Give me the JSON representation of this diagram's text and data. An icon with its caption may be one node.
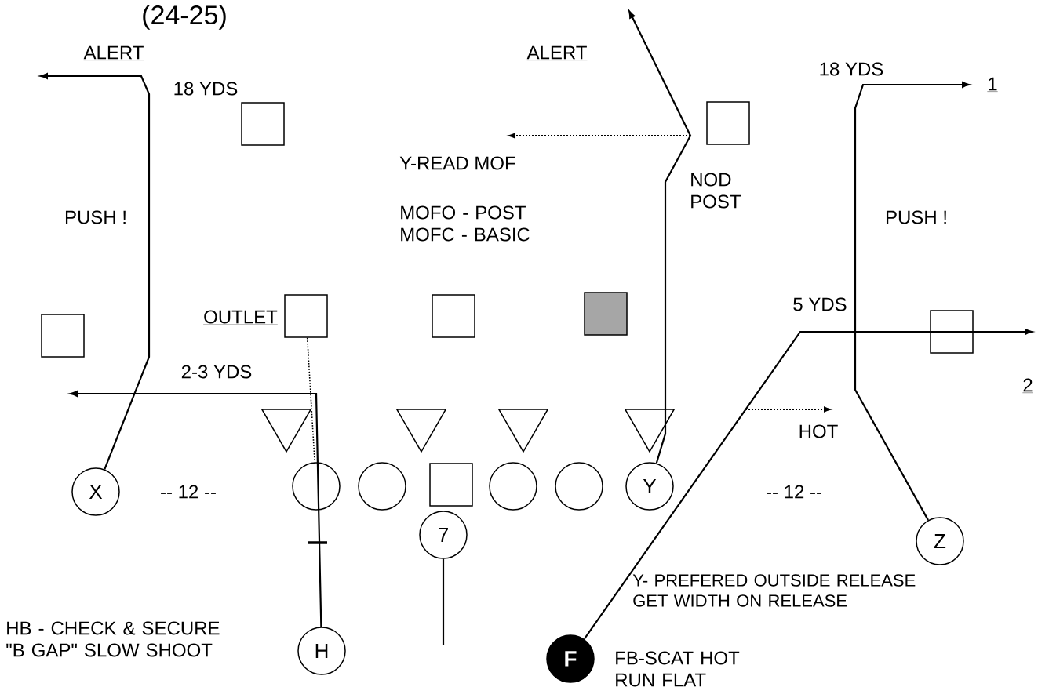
{
  "diagram": {
    "title": "(24-25)",
    "nodes": [
      {
        "text": [],
        "shape": "box"
      },
      {
        "text": [],
        "shape": "box"
      },
      {
        "text": [],
        "shape": "box"
      },
      {
        "text": [],
        "shape": "box",
        "beside": [
          "OUTLET"
        ]
      },
      {
        "text": [],
        "shape": "box"
      },
      {
        "text": [],
        "shape": "box"
      },
      {
        "text": [],
        "shape": "box"
      },
      {
        "text": [],
        "shape": "triangle"
      },
      {
        "text": [],
        "shape": "triangle"
      },
      {
        "text": [],
        "shape": "triangle"
      },
      {
        "text": [],
        "shape": "triangle"
      },
      {
        "text": [
          "X"
        ]
      },
      {
        "text": [],
        "shape": "circle"
      },
      {
        "text": [],
        "shape": "circle"
      },
      {
        "text": [],
        "shape": "box"
      },
      {
        "text": [],
        "shape": "circle"
      },
      {
        "text": [],
        "shape": "circle"
      },
      {
        "text": [
          "Y"
        ]
      },
      {
        "text": [
          "7"
        ]
      },
      {
        "text": [
          "Z"
        ]
      },
      {
        "text": [
          "H"
        ]
      },
      {
        "text": [
          "F"
        ],
        "beside": [
          "FB-SCAT HOT RUN FLAT"
        ]
      }
    ],
    "edges": [
      {
        "from": 11,
        "to": null,
        "arrow": "to"
      },
      {
        "from": 20,
        "to": null,
        "arrow": "to"
      },
      {
        "from": 18,
        "to": null,
        "arrow": "none"
      },
      {
        "from": 17,
        "to": null,
        "arrow": "to"
      },
      {
        "from": 19,
        "to": null,
        "arrow": "to"
      },
      {
        "from": 21,
        "to": null,
        "arrow": "to"
      },
      {
        "from": 3,
        "to": 12,
        "arrow": "none",
        "style": "dashed"
      }
    ],
    "labels": [
      "ALERT",
      "ALERT",
      "18 YDS",
      "18 YDS",
      "1",
      "Y-READ MOF",
      "NOD POST",
      "MOFO - POST MOFC - BASIC",
      "PUSH !",
      "PUSH !",
      "5 YDS",
      "2-3 YDS",
      "2",
      "HOT",
      "-- 12 --",
      "-- 12 --",
      "Y- PREFERED OUTSIDE RELEASE GET WIDTH ON RELEASE",
      "HB - CHECK & SECURE \"B GAP\" SLOW SHOOT"
    ]
  }
}
